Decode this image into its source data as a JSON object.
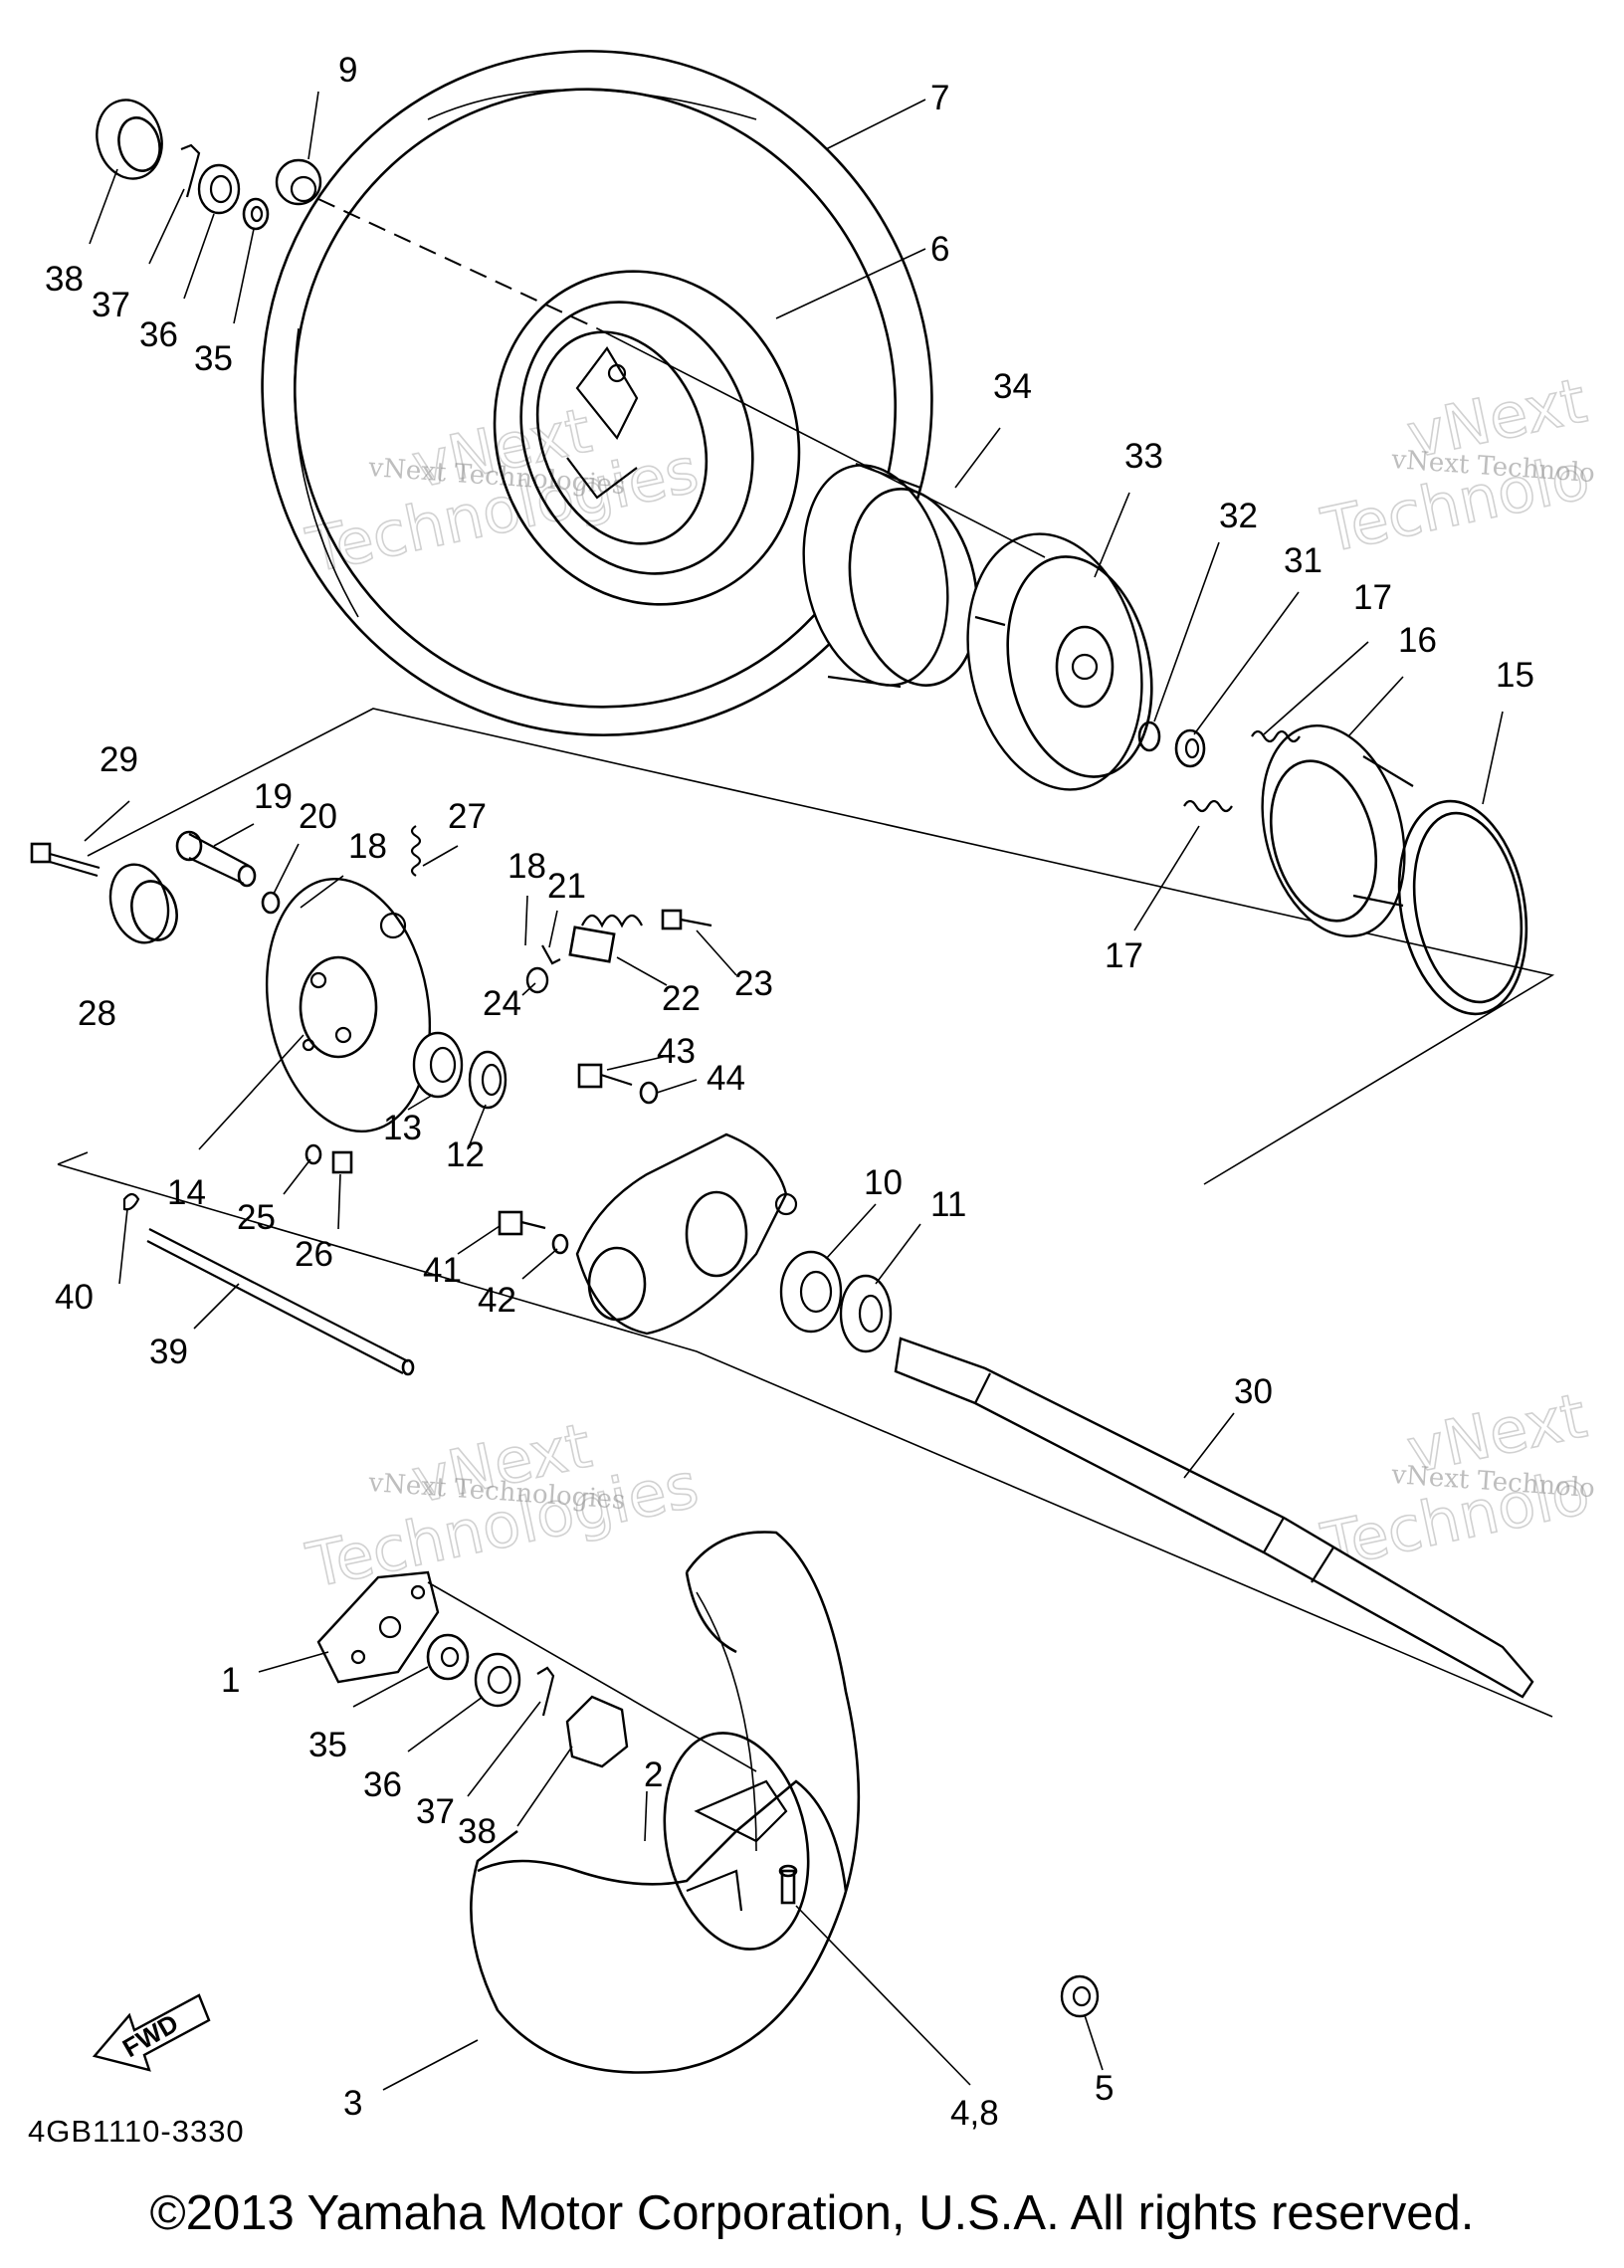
{
  "callouts": {
    "c1": "1",
    "c2": "2",
    "c3": "3",
    "c4_8": "4,8",
    "c5": "5",
    "c6": "6",
    "c7": "7",
    "c9": "9",
    "c10": "10",
    "c11": "11",
    "c12": "12",
    "c13": "13",
    "c14": "14",
    "c15": "15",
    "c16": "16",
    "c17a": "17",
    "c17b": "17",
    "c18a": "18",
    "c18b": "18",
    "c19": "19",
    "c20": "20",
    "c21": "21",
    "c22": "22",
    "c23": "23",
    "c24": "24",
    "c25": "25",
    "c26": "26",
    "c27": "27",
    "c28": "28",
    "c29": "29",
    "c30": "30",
    "c31": "31",
    "c32": "32",
    "c33": "33",
    "c34": "34",
    "c35a": "35",
    "c35b": "35",
    "c36a": "36",
    "c36b": "36",
    "c37a": "37",
    "c37b": "37",
    "c38a": "38",
    "c38b": "38",
    "c39": "39",
    "c40": "40",
    "c41": "41",
    "c42": "42",
    "c43": "43",
    "c44": "44"
  },
  "fwd_label": "FWD",
  "watermark": {
    "small": "vNext Technologies",
    "small_cut": "vNext Technolo",
    "big_a": "vNext",
    "big_b": "Technologies",
    "big_cut": "Technolo"
  },
  "drawing_code": "4GB1110-3330",
  "copyright": "©2013 Yamaha Motor Corporation, U.S.A. All rights reserved."
}
